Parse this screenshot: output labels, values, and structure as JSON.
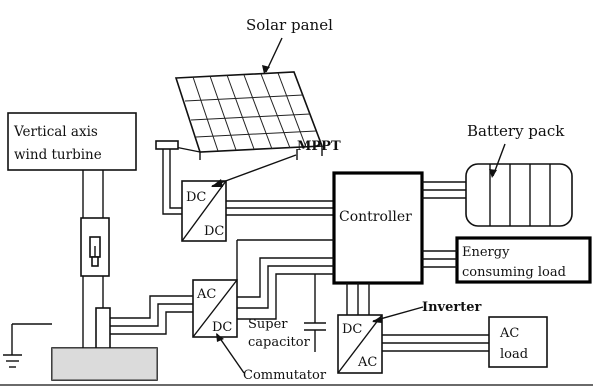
{
  "labels": {
    "solar_panel": "Solar panel",
    "wind_turbine_line1": "Vertical axis",
    "wind_turbine_line2": "wind turbine",
    "mppt": "MPPT",
    "battery_pack": "Battery pack",
    "controller": "Controller",
    "load_line1": "Energy",
    "load_line2": "consuming load",
    "inverter": "Inverter",
    "supercap_line1": "Super",
    "supercap_line2": "capacitor",
    "commutator": "Commutator",
    "ac_load_line1": "AC",
    "ac_load_line2": "load"
  },
  "converters": {
    "mppt_top": "DC",
    "mppt_bottom": "DC",
    "commutator_top": "AC",
    "commutator_bottom": "DC",
    "inverter_top": "DC",
    "inverter_bottom": "AC"
  }
}
